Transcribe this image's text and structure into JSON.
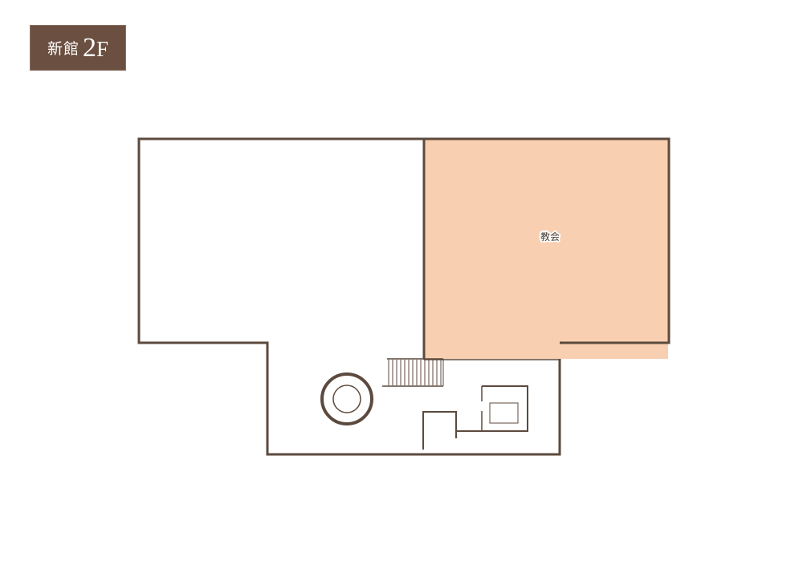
{
  "floor_badge": {
    "building": "新館",
    "level_number": "2",
    "level_unit": "F"
  },
  "rooms": [
    {
      "id": "chapel",
      "label": "教会",
      "fill": "#f8cfb0"
    }
  ],
  "colors": {
    "wall": "#5c4a3e",
    "badge_bg": "#6b4f40",
    "chapel_fill": "#f8cfb0",
    "floor_fill": "#ffffff"
  }
}
